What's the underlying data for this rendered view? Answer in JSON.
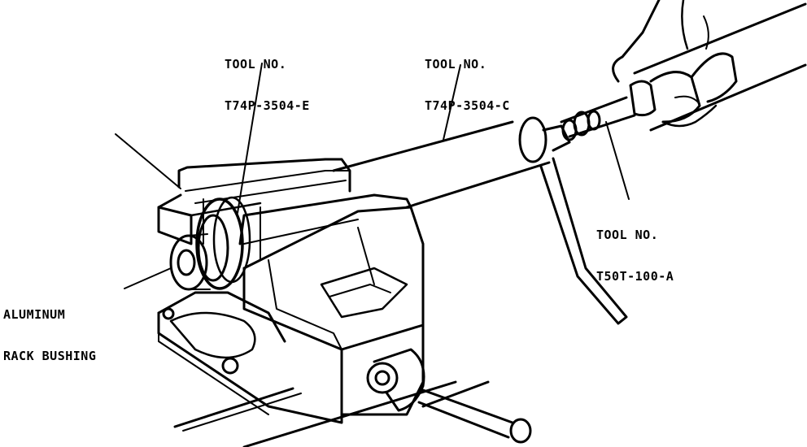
{
  "callouts": {
    "tool_e": {
      "line1": "TOOL NO.",
      "line2": "T74P-3504-E"
    },
    "tool_c": {
      "line1": "TOOL NO.",
      "line2": "T74P-3504-C"
    },
    "tool_a": {
      "line1": "TOOL NO.",
      "line2": "T50T-100-A"
    },
    "bushing": {
      "line1": "ALUMINUM",
      "line2": "RACK BUSHING"
    }
  },
  "colors": {
    "ink": "#000000",
    "paper": "#ffffff"
  }
}
